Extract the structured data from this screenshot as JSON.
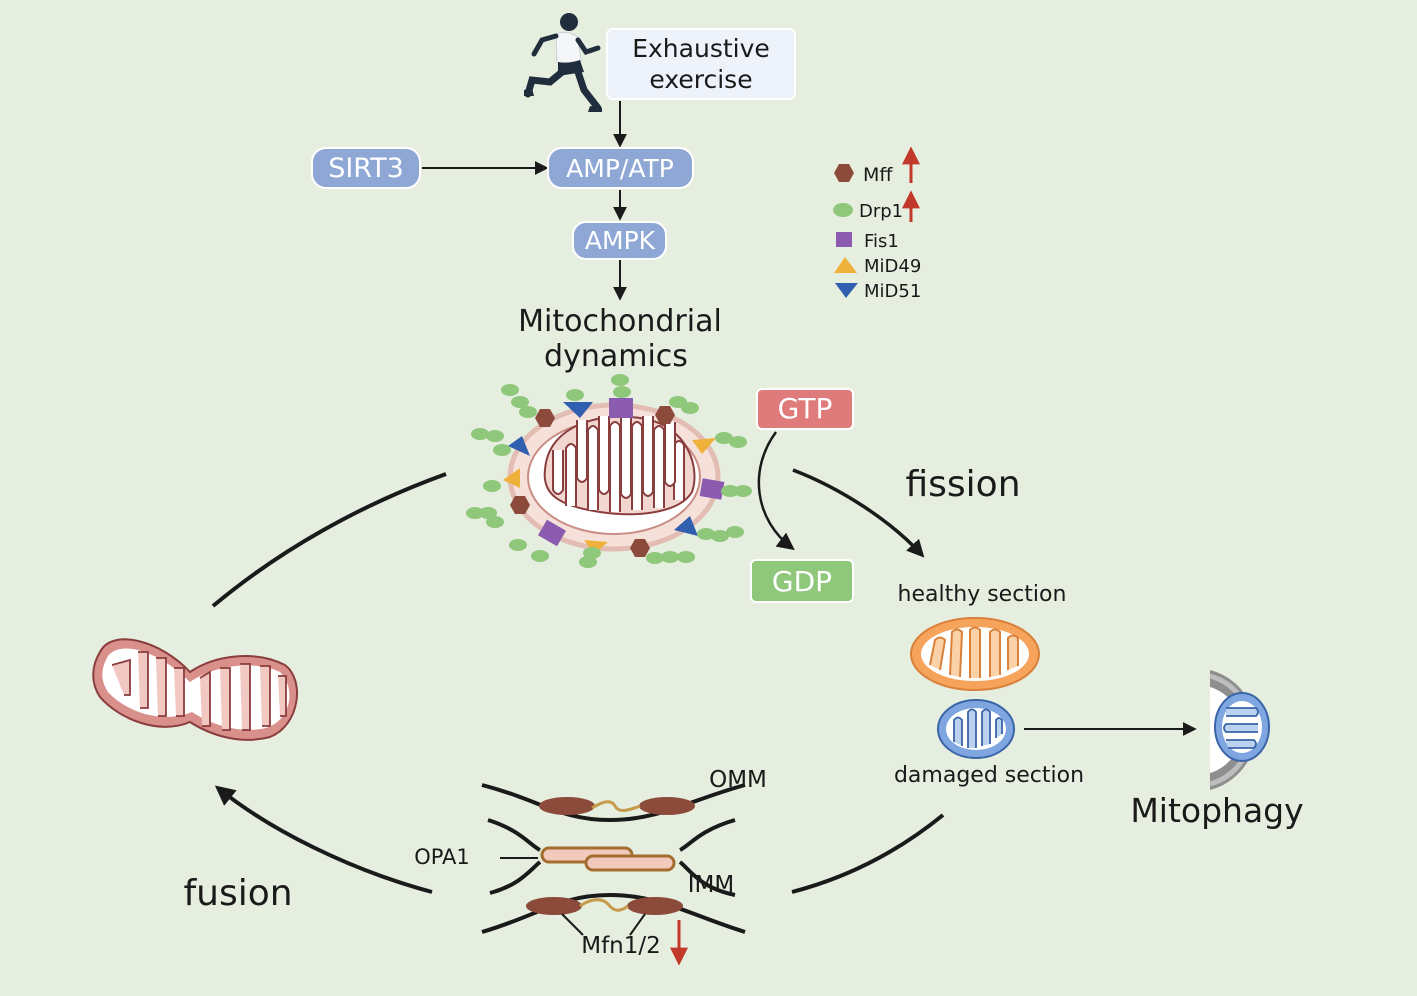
{
  "pathway": {
    "exercise": [
      "Exhaustive",
      "exercise"
    ],
    "sirt3": "SIRT3",
    "amp_atp": "AMP/ATP",
    "ampk": "AMPK",
    "dynamics": [
      "Mitochondrial",
      "dynamics"
    ]
  },
  "legend": {
    "items": [
      {
        "label": "Mff",
        "shape": "hexagon",
        "color": "#8b4a3a",
        "trend": "up"
      },
      {
        "label": "Drp1",
        "shape": "ellipse",
        "color": "#8fc77b",
        "trend": "up"
      },
      {
        "label": "Fis1",
        "shape": "square",
        "color": "#8b5bb0",
        "trend": "none"
      },
      {
        "label": "MiD49",
        "shape": "triangle-up",
        "color": "#f0b13a",
        "trend": "none"
      },
      {
        "label": "MiD51",
        "shape": "triangle-down",
        "color": "#2f5fae",
        "trend": "none"
      }
    ]
  },
  "gtp_cycle": {
    "gtp": "GTP",
    "gdp": "GDP"
  },
  "fission": {
    "label": "fission",
    "healthy": "healthy section",
    "damaged": "damaged section",
    "mitophagy": "Mitophagy"
  },
  "fusion": {
    "label": "fusion",
    "omm": "OMM",
    "imm": "IMM",
    "opa1": "OPA1",
    "mfn": "Mfn1/2",
    "mfn_trend": "down"
  },
  "colors": {
    "background": "#e6eedf",
    "pill_blue": "#8ea7d5",
    "gtp_red": "#e07b7b",
    "gdp_green": "#8fc77b",
    "arrow_up": "#c0392b",
    "mito_pink": "#f2d6d0",
    "mito_red_outline": "#8a3d3d",
    "mito_orange": "#f6a35c",
    "mito_blue": "#7fa6e0"
  }
}
